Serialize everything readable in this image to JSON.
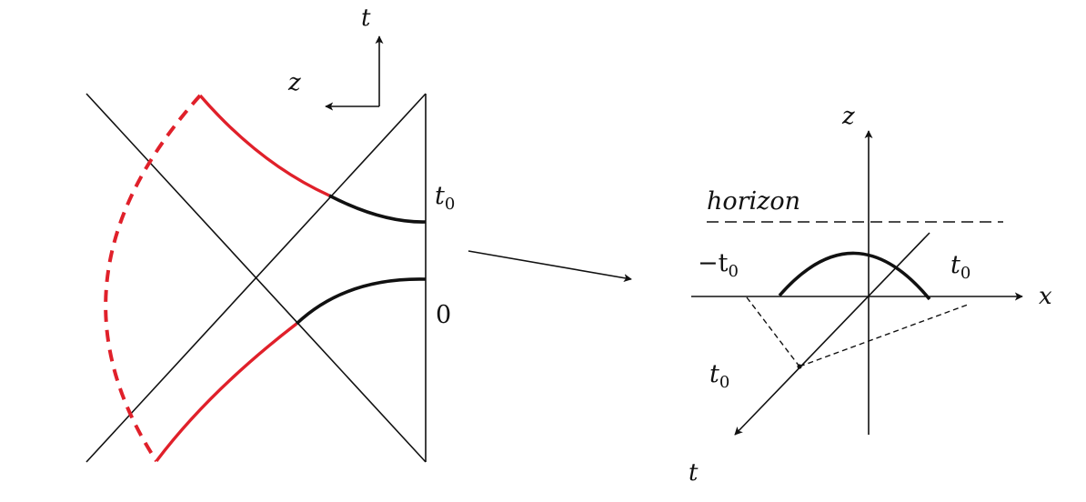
{
  "colors": {
    "ink": "#111111",
    "red": "#e0202a"
  },
  "left": {
    "axis_t": "t",
    "axis_z": "z",
    "label_t0": "t",
    "label_t0_sub": "0",
    "label_zero": "0"
  },
  "right": {
    "axis_z": "z",
    "axis_x": "x",
    "axis_t": "t",
    "horizon": "horizon",
    "neg_t0": "−t",
    "neg_t0_sub": "0",
    "pos_t0": "t",
    "pos_t0_sub": "0",
    "t0": "t",
    "t0_sub": "0"
  }
}
